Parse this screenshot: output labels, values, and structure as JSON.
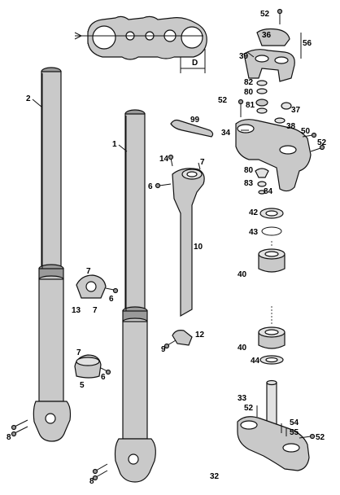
{
  "labels": {
    "dim_d": "D",
    "p1": "1",
    "p2": "2",
    "p5": "5",
    "p6a": "6",
    "p6b": "6",
    "p6c": "6",
    "p7a": "7",
    "p7b": "7",
    "p7c": "7",
    "p7d": "7",
    "p8a": "8",
    "p8b": "8",
    "p9": "9",
    "p10": "10",
    "p12": "12",
    "p13": "13",
    "p14": "14",
    "p32": "32",
    "p33": "33",
    "p34": "34",
    "p36": "36",
    "p37": "37",
    "p38": "38",
    "p39": "39",
    "p40a": "40",
    "p40b": "40",
    "p42": "42",
    "p43": "43",
    "p44": "44",
    "p50": "50",
    "p52a": "52",
    "p52b": "52",
    "p52c": "52",
    "p52d": "52",
    "p52e": "52",
    "p54": "54",
    "p55": "55",
    "p56": "56",
    "p80a": "80",
    "p80b": "80",
    "p81": "81",
    "p82": "82",
    "p83": "83",
    "p84": "84",
    "p99": "99"
  }
}
